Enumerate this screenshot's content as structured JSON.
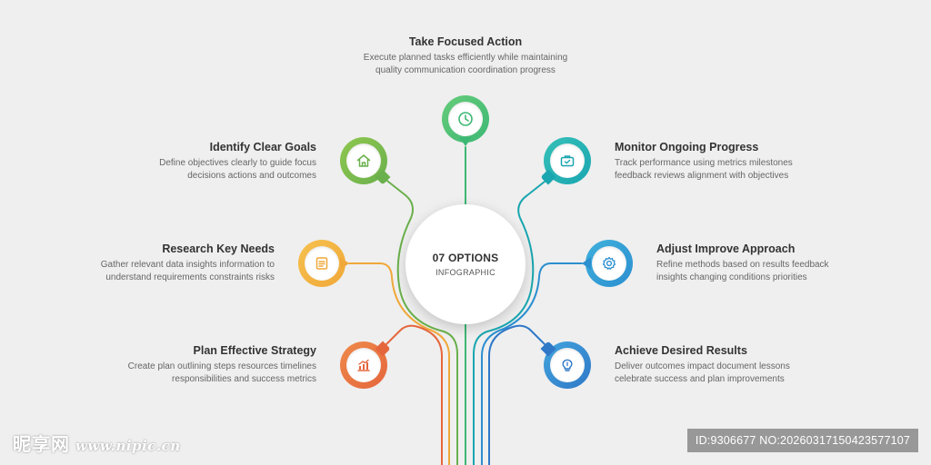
{
  "center": {
    "title": "07 OPTIONS",
    "subtitle": "INFOGRAPHIC"
  },
  "options": [
    {
      "id": "top",
      "title": "Take Focused Action",
      "desc1": "Execute planned tasks efficiently while maintaining",
      "desc2": "quality communication coordination progress",
      "icon": "clock-icon",
      "color": "#3db874",
      "color2": "#66cc7a"
    },
    {
      "id": "tl",
      "title": "Identify Clear Goals",
      "desc1": "Define objectives clearly to guide focus",
      "desc2": "decisions actions and outcomes",
      "icon": "home-icon",
      "color": "#6ab04c",
      "color2": "#8fc750"
    },
    {
      "id": "ml",
      "title": "Research Key Needs",
      "desc1": "Gather relevant data insights information to",
      "desc2": "understand requirements constraints risks",
      "icon": "document-icon",
      "color": "#f0a83a",
      "color2": "#f6c14e"
    },
    {
      "id": "bl",
      "title": "Plan Effective Strategy",
      "desc1": "Create plan outlining steps resources timelines",
      "desc2": "responsibilities and success metrics",
      "icon": "chart-icon",
      "color": "#e5663c",
      "color2": "#ee8a4a"
    },
    {
      "id": "tr",
      "title": "Monitor Ongoing Progress",
      "desc1": "Track performance using metrics milestones",
      "desc2": "feedback reviews alignment with objectives",
      "icon": "briefcase-icon",
      "color": "#1aa6b0",
      "color2": "#35c0b8"
    },
    {
      "id": "mr",
      "title": "Adjust Improve Approach",
      "desc1": "Refine methods based on results feedback",
      "desc2": "insights changing conditions priorities",
      "icon": "gear-icon",
      "color": "#2b8fd0",
      "color2": "#3fb0dc"
    },
    {
      "id": "br",
      "title": "Achieve Desired Results",
      "desc1": "Deliver outcomes impact document lessons",
      "desc2": "celebrate success and plan improvements",
      "icon": "lightbulb-icon",
      "color": "#2f78c8",
      "color2": "#42a4dc"
    }
  ],
  "watermark": {
    "left": "昵享网",
    "left_url": "www.nipic.cn",
    "right": "ID:9306677 NO:20260317150423577107"
  }
}
